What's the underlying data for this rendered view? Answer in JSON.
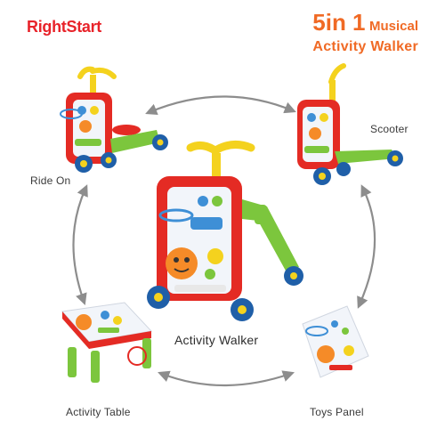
{
  "brand": {
    "name": "RightStart"
  },
  "title": {
    "number": "5in 1",
    "word": "Musical",
    "line2": "Activity Walker"
  },
  "modes": {
    "ride_on": "Ride On",
    "scooter": "Scooter",
    "activity_walker": "Activity Walker",
    "activity_table": "Activity Table",
    "toys_panel": "Toys Panel"
  },
  "colors": {
    "brand_red": "#e8232a",
    "title_orange": "#f06a25",
    "toy_red": "#e42b24",
    "toy_yellow": "#f4d21e",
    "toy_green": "#7cc63d",
    "toy_blue": "#3e8fd6",
    "panel_white": "#f2f5fa",
    "arrow_gray": "#8d8d8d"
  }
}
